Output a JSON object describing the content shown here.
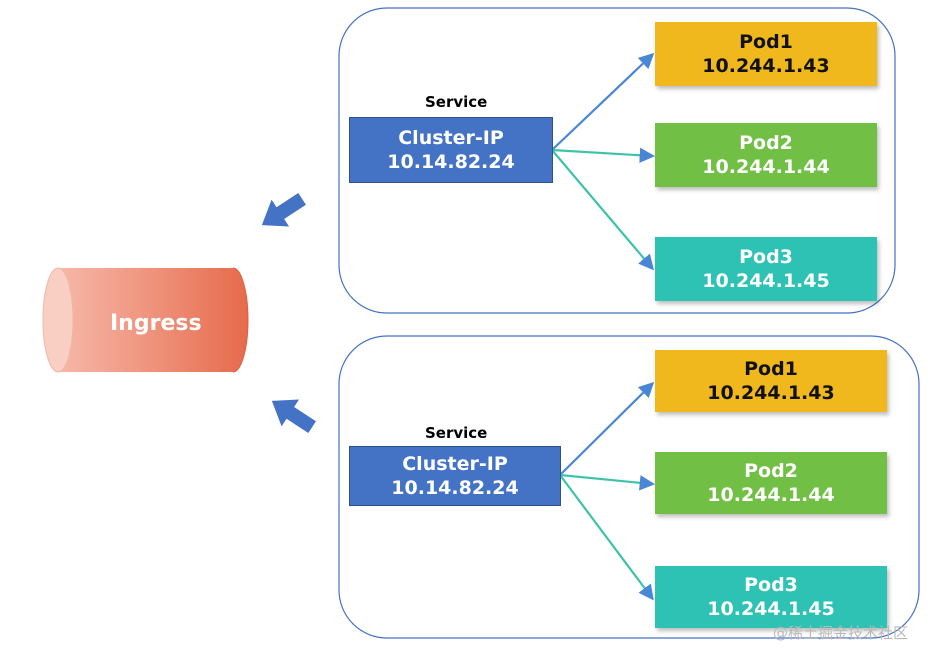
{
  "ingress": {
    "label": "Ingress"
  },
  "groups": [
    {
      "service_label": "Service",
      "cluster": {
        "name": "Cluster-IP",
        "ip": "10.14.82.24"
      },
      "pods": [
        {
          "name": "Pod1",
          "ip": "10.244.1.43"
        },
        {
          "name": "Pod2",
          "ip": "10.244.1.44"
        },
        {
          "name": "Pod3",
          "ip": "10.244.1.45"
        }
      ]
    },
    {
      "service_label": "Service",
      "cluster": {
        "name": "Cluster-IP",
        "ip": "10.14.82.24"
      },
      "pods": [
        {
          "name": "Pod1",
          "ip": "10.244.1.43"
        },
        {
          "name": "Pod2",
          "ip": "10.244.1.44"
        },
        {
          "name": "Pod3",
          "ip": "10.244.1.45"
        }
      ]
    }
  ],
  "watermark": "@稀土掘金技术社区",
  "colors": {
    "group_border": "#4472c4",
    "cluster": "#4472c4",
    "pod1": "#f0b81c",
    "pod2": "#71bf44",
    "pod3": "#2ec2b5",
    "ingress": "#e8735a",
    "arrow": "#4472c4"
  }
}
